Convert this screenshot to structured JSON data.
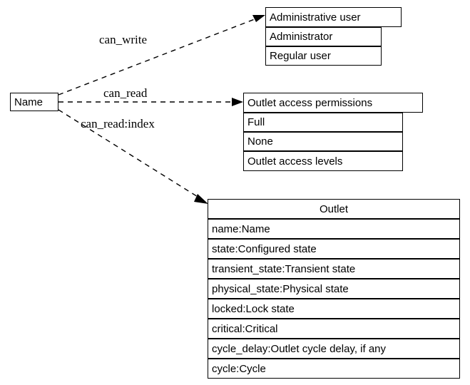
{
  "diagram": {
    "type": "entity-relationship",
    "background_color": "#ffffff",
    "line_color": "#000000",
    "nodes": [
      {
        "id": "name",
        "title": "Name",
        "rows": []
      },
      {
        "id": "administrative_user",
        "title": "Administrative user",
        "rows": [
          "Administrator",
          "Regular user"
        ]
      },
      {
        "id": "outlet_access_permissions",
        "title": "Outlet access permissions",
        "rows": [
          "Full",
          "None",
          "Outlet access levels"
        ]
      },
      {
        "id": "outlet",
        "title": "Outlet",
        "rows": [
          "name:Name",
          "state:Configured state",
          "transient_state:Transient state",
          "physical_state:Physical state",
          "locked:Lock state",
          "critical:Critical",
          "cycle_delay:Outlet cycle delay, if any",
          "cycle:Cycle"
        ]
      }
    ],
    "edges": [
      {
        "id": "edge-can-write",
        "label": "can_write",
        "from": "name",
        "to": "administrative_user",
        "style": "dashed",
        "arrow": "filled-triangle"
      },
      {
        "id": "edge-can-read",
        "label": "can_read",
        "from": "name",
        "to": "outlet_access_permissions",
        "style": "dashed",
        "arrow": "filled-triangle"
      },
      {
        "id": "edge-can-read-index",
        "label": "can_read:index",
        "from": "name",
        "to": "outlet",
        "style": "dashed",
        "arrow": "filled-triangle"
      }
    ]
  }
}
